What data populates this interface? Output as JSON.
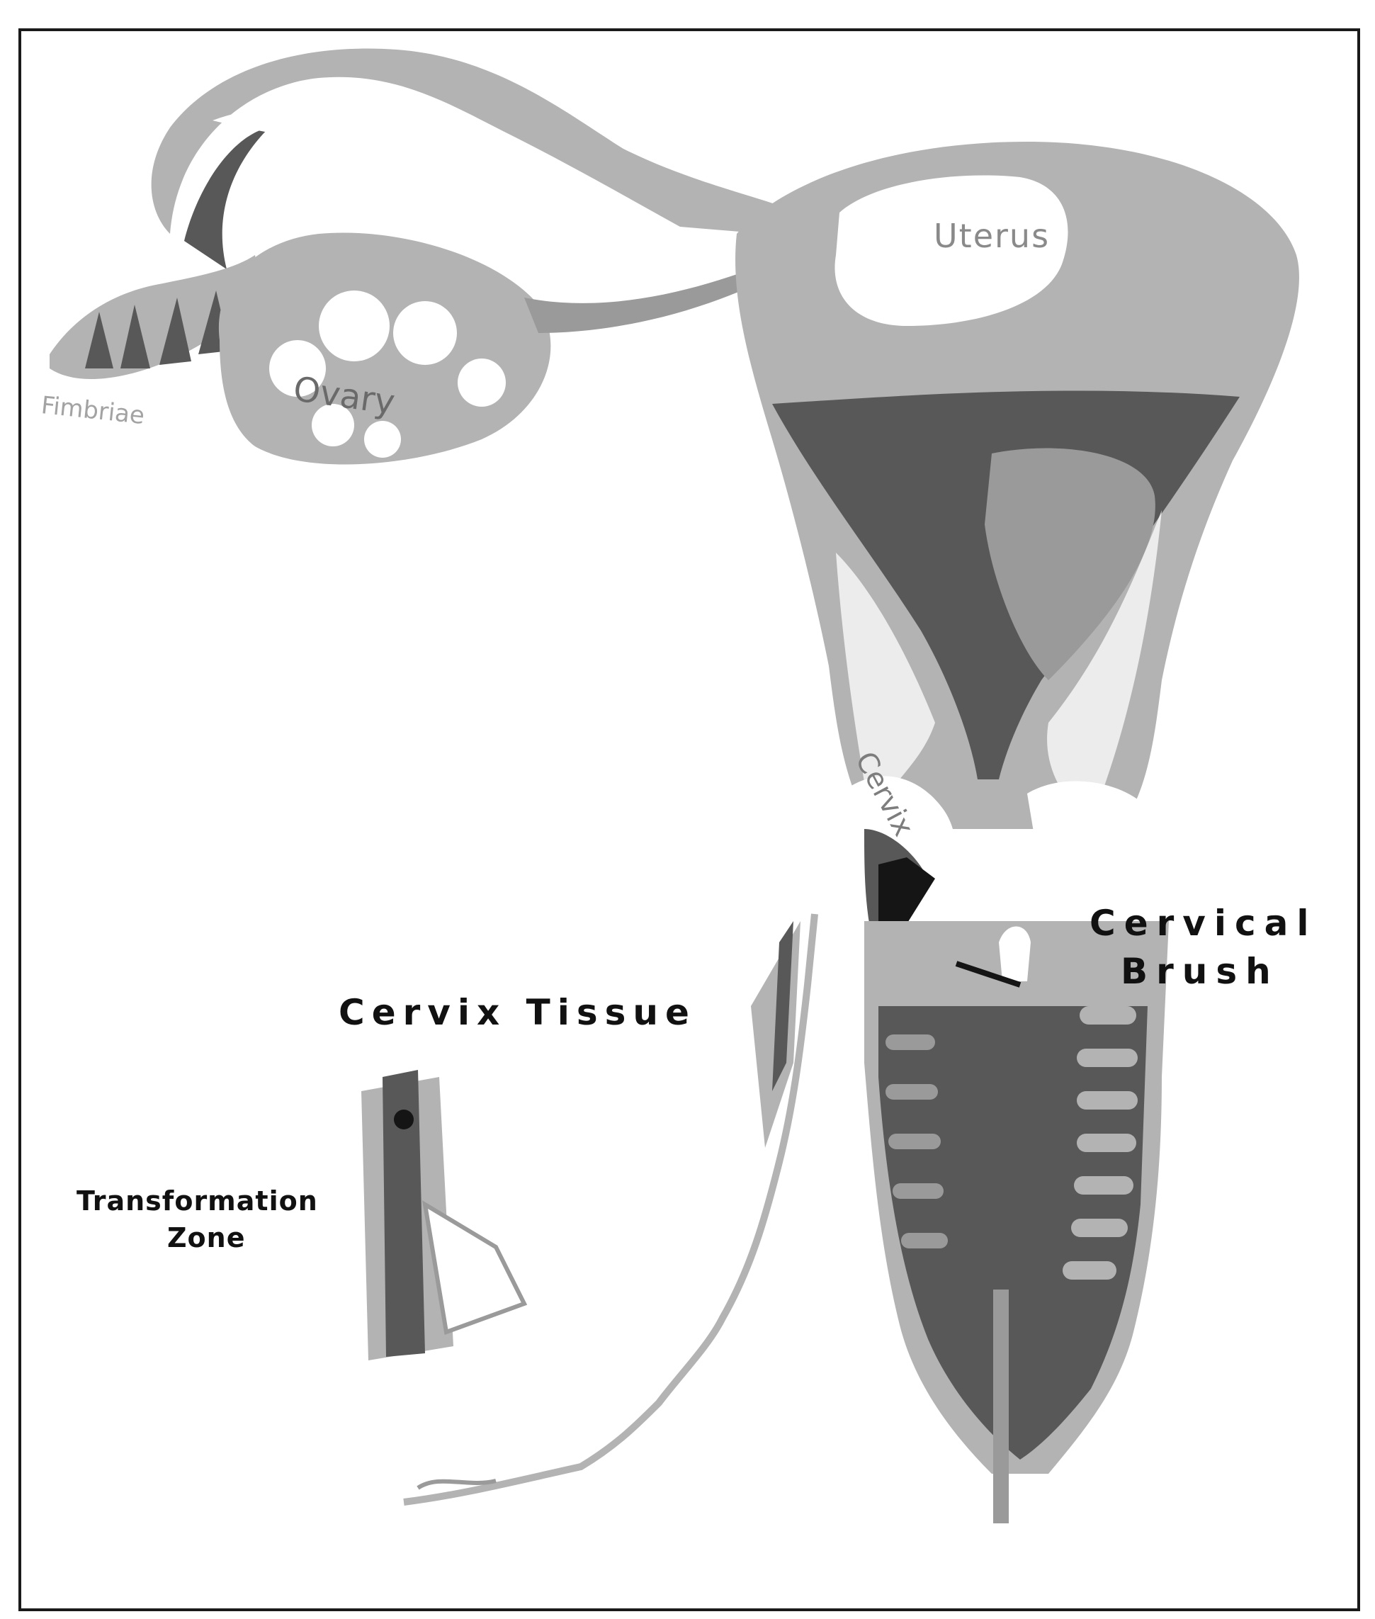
{
  "diagram": {
    "labels": {
      "uterus": "Uterus",
      "ovary": "Ovary",
      "fimbriae": "Fimbriae",
      "cervix": "Cervix",
      "cervical_brush_line1": "Cervical",
      "cervical_brush_line2": "Brush",
      "cervix_tissue": "Cervix Tissue",
      "transformation_zone_line1": "Transformation",
      "transformation_zone_line2": "Zone"
    },
    "colors": {
      "background": "#ffffff",
      "frame": "#1a1a1a",
      "light_tissue": "#b3b3b3",
      "mid_tissue": "#9a9a9a",
      "dark_tissue": "#585858",
      "black_accent": "#151515"
    }
  }
}
